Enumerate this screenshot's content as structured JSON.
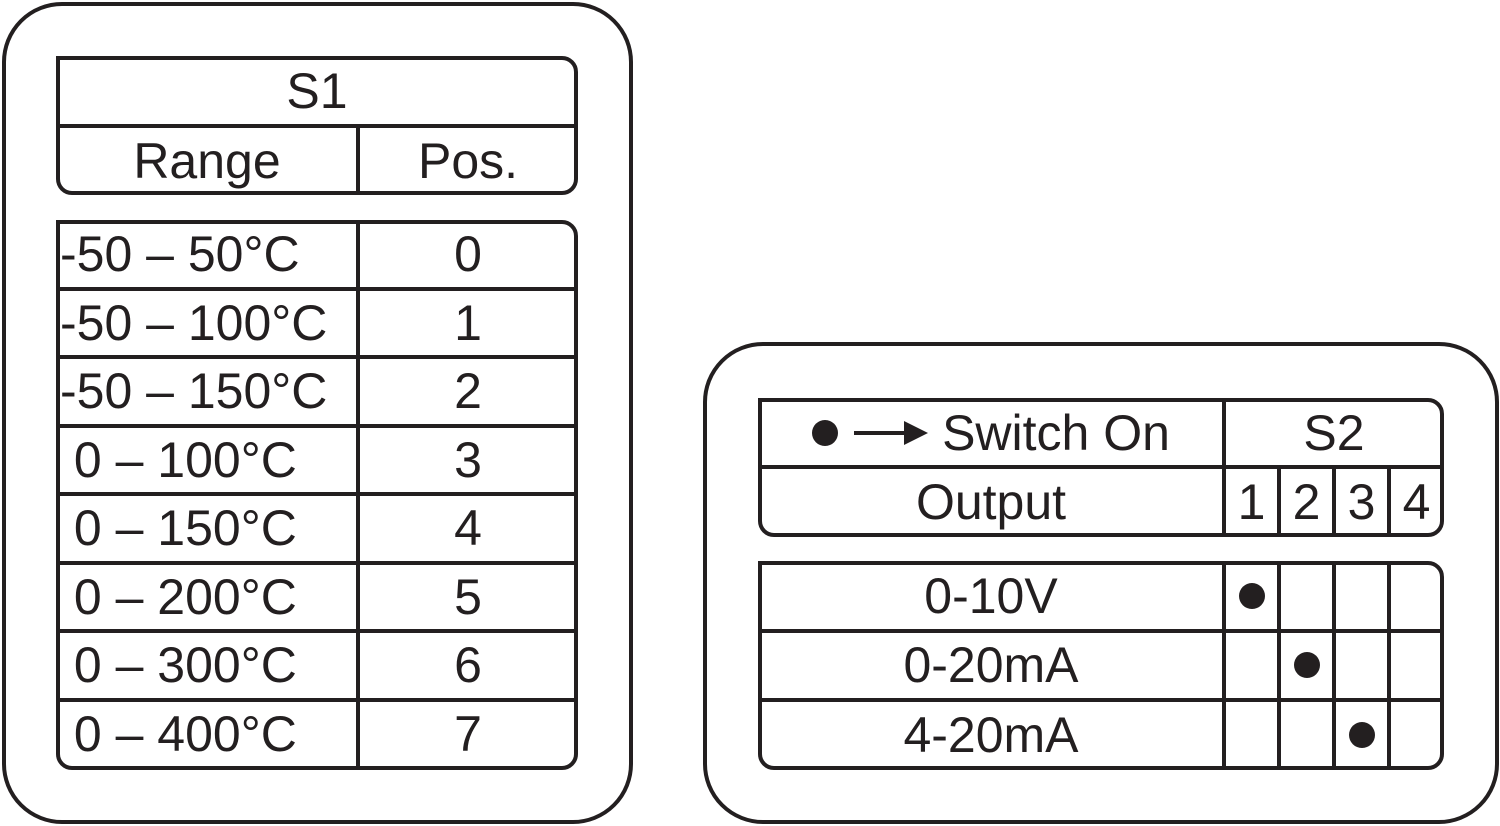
{
  "s1": {
    "title": "S1",
    "headers": [
      "Range",
      "Pos."
    ],
    "rows": [
      {
        "range": "-50 – 50°C",
        "pos": "0"
      },
      {
        "range": "-50 – 100°C",
        "pos": "1"
      },
      {
        "range": "-50 – 150°C",
        "pos": "2"
      },
      {
        "range": " 0 – 100°C",
        "pos": "3"
      },
      {
        "range": " 0 – 150°C",
        "pos": "4"
      },
      {
        "range": " 0 – 200°C",
        "pos": "5"
      },
      {
        "range": " 0 – 300°C",
        "pos": "6"
      },
      {
        "range": " 0 – 400°C",
        "pos": "7"
      }
    ]
  },
  "s2": {
    "legend_icon": "filled-dot-icon",
    "arrow_icon": "arrow-right-icon",
    "legend_text": "Switch On",
    "title": "S2",
    "output_header": "Output",
    "switch_numbers": [
      "1",
      "2",
      "3",
      "4"
    ],
    "rows": [
      {
        "output": "0-10V",
        "on": [
          true,
          false,
          false,
          false
        ]
      },
      {
        "output": "0-20mA",
        "on": [
          false,
          true,
          false,
          false
        ]
      },
      {
        "output": "4-20mA",
        "on": [
          false,
          false,
          true,
          false
        ]
      }
    ]
  }
}
